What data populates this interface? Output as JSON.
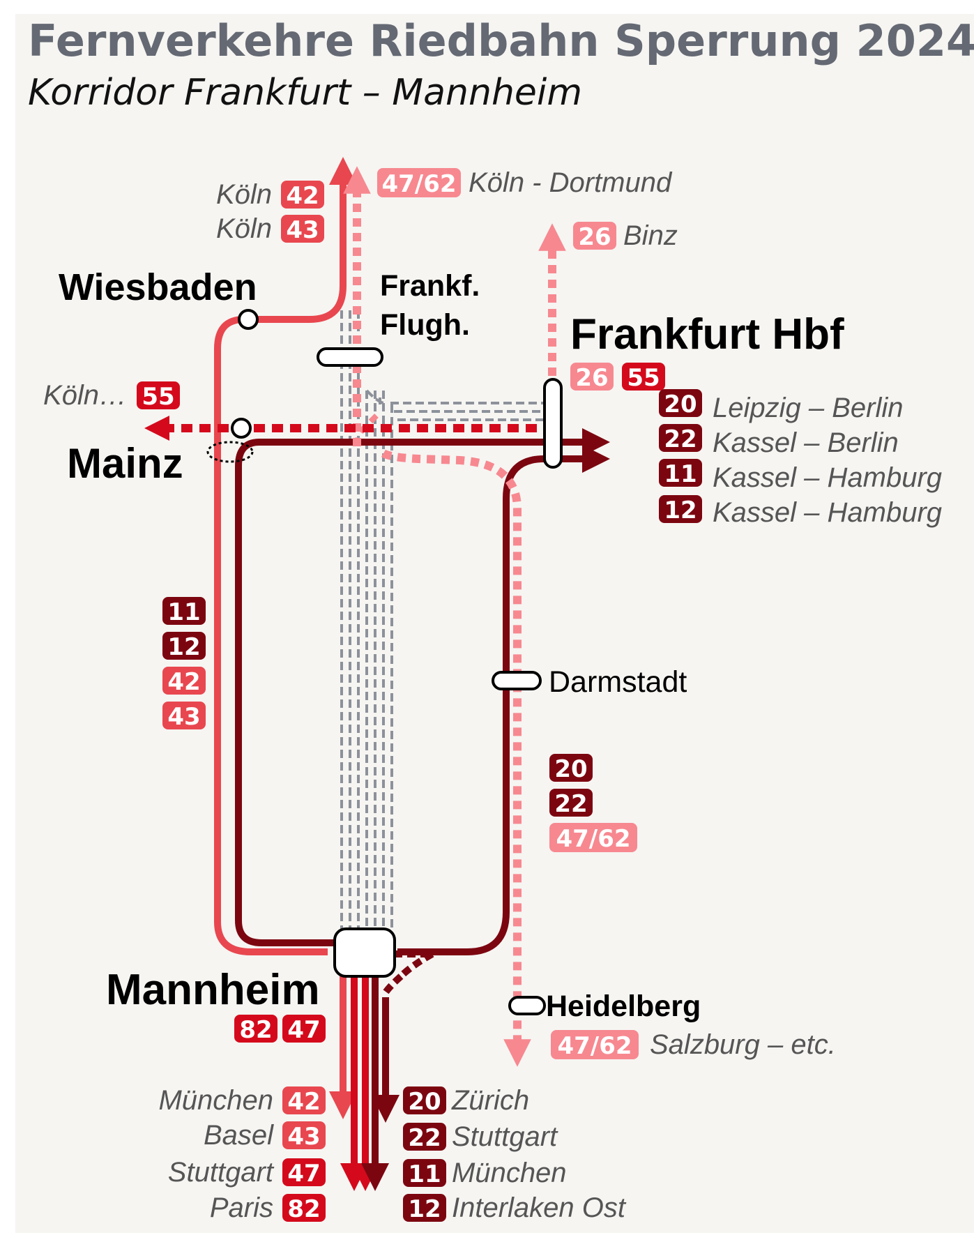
{
  "title": "Fernverkehre Riedbahn Sperrung 2024",
  "subtitle": "Korridor Frankfurt – Mannheim",
  "colors": {
    "background": "#f6f5f2",
    "title": "#646973",
    "line_light": "#e8474f",
    "line_red": "#d40a1c",
    "line_dark": "#7c0610",
    "line_pink": "#f78890",
    "line_gray": "#8c919a"
  },
  "stations": {
    "wiesbaden": "Wiesbaden",
    "frankfurt_airport_1": "Frankf.",
    "frankfurt_airport_2": "Flugh.",
    "frankfurt_hbf": "Frankfurt Hbf",
    "mainz": "Mainz",
    "darmstadt": "Darmstadt",
    "heidelberg": "Heidelberg",
    "mannheim": "Mannheim"
  },
  "badges": {
    "b42": "42",
    "b43": "43",
    "b4762": "47/62",
    "b26": "26",
    "b55": "55",
    "b20": "20",
    "b22": "22",
    "b11": "11",
    "b12": "12",
    "b82": "82",
    "b47": "47"
  },
  "destinations": {
    "koeln": "Köln",
    "koeln_dortmund": "Köln - Dortmund",
    "binz": "Binz",
    "koeln_etc": "Köln…",
    "leipzig_berlin": "Leipzig – Berlin",
    "kassel_berlin": "Kassel – Berlin",
    "kassel_hamburg": "Kassel – Hamburg",
    "salzburg_etc": "Salzburg – etc.",
    "muenchen": "München",
    "basel": "Basel",
    "stuttgart": "Stuttgart",
    "paris": "Paris",
    "zuerich": "Zürich",
    "interlaken_ost": "Interlaken Ost"
  }
}
